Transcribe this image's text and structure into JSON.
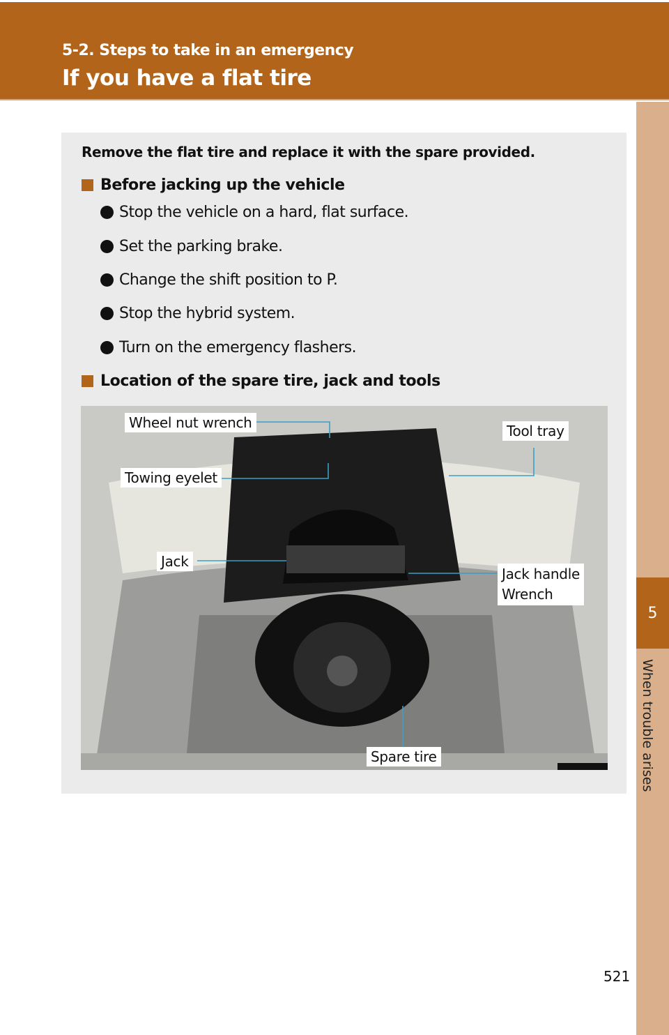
{
  "header": {
    "section": "5-2. Steps to take in an emergency",
    "title": "If you have a flat tire"
  },
  "sidebar": {
    "chapter_number": "5",
    "chapter_label": "When trouble arises"
  },
  "content": {
    "intro": "Remove the flat tire and replace it with the spare provided.",
    "heading1": "Before jacking up the vehicle",
    "bullets": [
      "Stop the vehicle on a hard, flat surface.",
      "Set the parking brake.",
      "Change the shift position to P.",
      "Stop the hybrid system.",
      "Turn on the emergency flashers."
    ],
    "heading2": "Location of the spare tire, jack and tools"
  },
  "figure": {
    "labels": {
      "wheel_nut_wrench": "Wheel nut wrench",
      "tool_tray": "Tool tray",
      "towing_eyelet": "Towing eyelet",
      "jack": "Jack",
      "jack_handle": "Jack handle",
      "wrench": "Wrench",
      "spare_tire": "Spare tire"
    },
    "leader_color": "#3a9fc4"
  },
  "page_number": "521",
  "colors": {
    "accent": "#b2651a",
    "sidetab": "#d9b08b",
    "panel": "#ebebeb"
  }
}
